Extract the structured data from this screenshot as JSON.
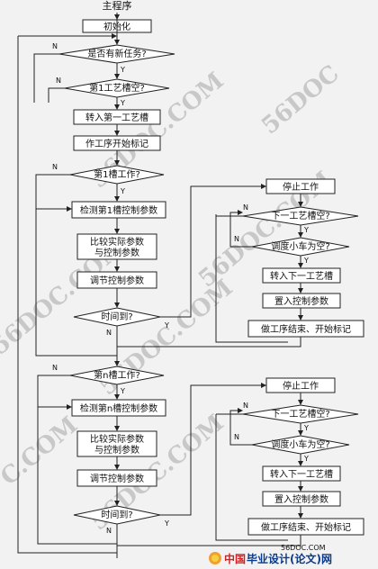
{
  "title": "主程序",
  "nodes": {
    "init": "初始化",
    "new_task": "是否有新任务?",
    "tank1_empty": "第1工艺槽空?",
    "move_tank1": "转入第一工艺槽",
    "start_mark": "作工序开始标记",
    "tank1_work": "第1槽工作?",
    "detect1": "检测第1槽控制参数",
    "compare1_a": "比较实际参数",
    "compare1_b": "与控制参数",
    "adjust1": "调节控制参数",
    "time1": "时间到?",
    "stop1": "停止工作",
    "next_empty1": "下一工艺槽空?",
    "car_empty1": "调度小车为空?",
    "move_next1": "转入下一工艺槽",
    "set_params1": "置入控制参数",
    "finish1": "做工序结束、开始标记",
    "tankn_work": "第n槽工作?",
    "detectn": "检测第n槽控制参数",
    "comparen_a": "比较实际参数",
    "comparen_b": "与控制参数",
    "adjustn": "调节控制参数",
    "timen": "时间到?",
    "stopn": "停止工作",
    "next_emptyn": "下一工艺槽空?",
    "car_emptyn": "调度小车为空?",
    "move_nextn": "转入下一工艺槽",
    "set_paramsn": "置入控制参数",
    "finishn": "做工序结束、开始标记"
  },
  "edge_labels": {
    "yes": "Y",
    "no": "N"
  },
  "watermarks": {
    "wm1": "56DOC",
    "wm2": "56DOC.COM",
    "wm3": "56DOC.COM",
    "wm4": "56DOC.COM",
    "wm5": "56DOC.COM",
    "wm6": "C.COM",
    "wm7": "56DOC.COM"
  },
  "footer": {
    "site": "56DOC.COM",
    "logo_red": "中国",
    "logo_main": "毕业设计(论文)网"
  }
}
